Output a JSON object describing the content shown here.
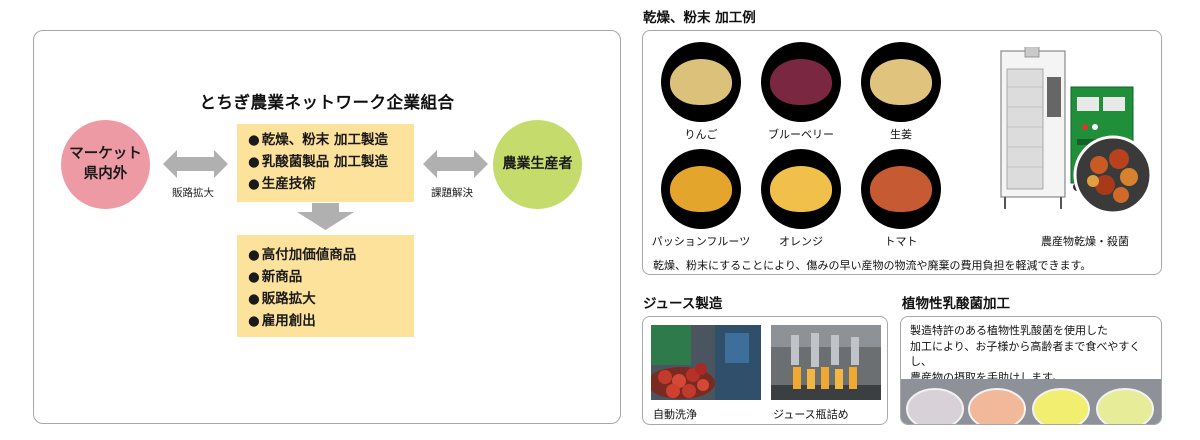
{
  "left": {
    "org_title": "とちぎ農業ネットワーク企業組合",
    "market_line1": "マーケット",
    "market_line2": "県内外",
    "farmer_label": "農業生産者",
    "left_arrow_label": "販路拡大",
    "right_arrow_label": "課題解決",
    "activities": [
      "乾燥、粉末 加工製造",
      "乳酸菌製品 加工製造",
      "生産技術"
    ],
    "outcomes": [
      "高付加価値商品",
      "新商品",
      "販路拡大",
      "雇用創出"
    ],
    "colors": {
      "market": "#ee9aa5",
      "farmer": "#c5dc6c",
      "box": "#fde29c",
      "arrow": "#b0b0b0"
    }
  },
  "dry": {
    "title": "乾燥、粉末 加工例",
    "items": [
      {
        "label": "りんご",
        "color": "#dcc17a"
      },
      {
        "label": "ブルーベリー",
        "color": "#7a2742"
      },
      {
        "label": "生姜",
        "color": "#e0c37c"
      },
      {
        "label": "パッションフルーツ",
        "color": "#e3a52c"
      },
      {
        "label": "オレンジ",
        "color": "#f0c04a"
      },
      {
        "label": "トマト",
        "color": "#c65a32"
      }
    ],
    "machine_label": "農産物乾燥・殺菌",
    "caption": "乾燥、粉末にすることにより、傷みの早い産物の物流や廃棄の費用負担を軽減できます。"
  },
  "juice": {
    "title": "ジュース製造",
    "photo1_label": "自動洗浄",
    "photo2_label": "ジュース瓶詰め"
  },
  "lactic": {
    "title": "植物性乳酸菌加工",
    "lines": [
      "製造特許のある植物性乳酸菌を使用した",
      "加工により、お子様から高齢者まで食べやすくし、",
      "農産物の摂取を手助けします。"
    ]
  }
}
